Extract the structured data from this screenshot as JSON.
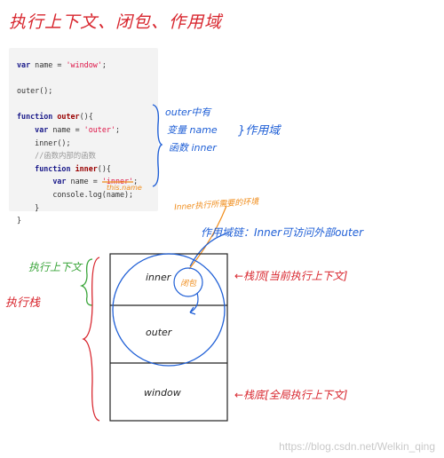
{
  "title": "执行上下文、闭包、作用域",
  "code_lines": [
    [
      {
        "t": "var",
        "c": "kw"
      },
      {
        "t": " name = "
      },
      {
        "t": "'window'",
        "c": "str"
      },
      {
        "t": ";"
      }
    ],
    [],
    [
      {
        "t": "outer();"
      }
    ],
    [],
    [
      {
        "t": "function",
        "c": "kw"
      },
      {
        "t": " "
      },
      {
        "t": "outer",
        "c": "fn"
      },
      {
        "t": "(){"
      }
    ],
    [
      {
        "t": "    "
      },
      {
        "t": "var",
        "c": "kw"
      },
      {
        "t": " name = "
      },
      {
        "t": "'outer'",
        "c": "str"
      },
      {
        "t": ";"
      }
    ],
    [
      {
        "t": "    inner();"
      }
    ],
    [
      {
        "t": "    "
      },
      {
        "t": "//函数内部的函数",
        "c": "cm"
      }
    ],
    [
      {
        "t": "    "
      },
      {
        "t": "function",
        "c": "kw"
      },
      {
        "t": " "
      },
      {
        "t": "inner",
        "c": "fn"
      },
      {
        "t": "(){"
      }
    ],
    [
      {
        "t": "        "
      },
      {
        "t": "var",
        "c": "kw"
      },
      {
        "t": " name = "
      },
      {
        "t": "'inner'",
        "c": "str"
      },
      {
        "t": ";"
      }
    ],
    [
      {
        "t": "        console.log(name);"
      }
    ],
    [
      {
        "t": "    }"
      }
    ],
    [
      {
        "t": "}"
      }
    ]
  ],
  "annotations": {
    "outer_scope_1": "outer中有",
    "outer_scope_2": "变量 name",
    "outer_scope_3": "函数 inner",
    "scope_label": "}作用域",
    "this_name": "this.name",
    "inner_ref_note": "Inner执行所需要的环境",
    "scope_chain": "作用域链：Inner可访问外部outer",
    "exec_context": "执行上下文",
    "exec_stack": "执行栈",
    "stack_top": "←栈顶[当前执行上下文]",
    "stack_bottom": "←栈底[全局执行上下文]",
    "closure_label": "闭包"
  },
  "stack": {
    "frames": [
      "inner",
      "outer",
      "window"
    ]
  },
  "colors": {
    "title": "#d8262e",
    "scope_note": "#1f5fd6",
    "stack_note": "#d8262e",
    "context_note": "#3aa53a",
    "closure_note": "#f08c1a"
  },
  "watermark": "https://blog.csdn.net/Welkin_qing"
}
